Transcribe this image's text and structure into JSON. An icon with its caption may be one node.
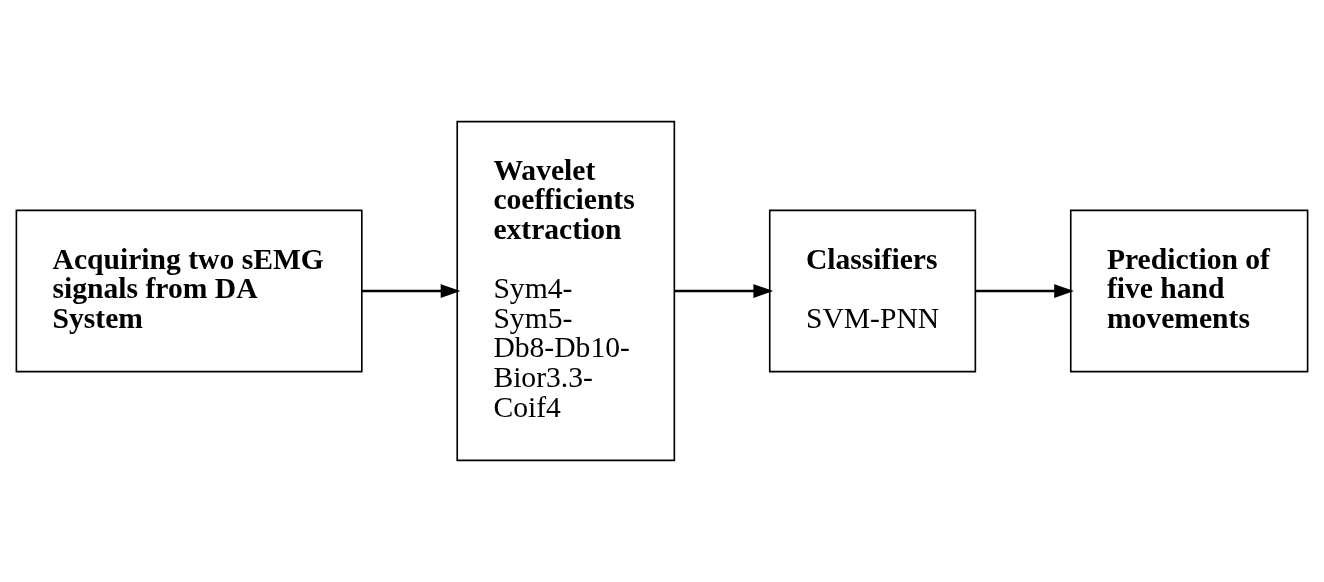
{
  "diagram": {
    "nodes": [
      {
        "text": [
          "Acquiring two sEMG signals from DA System"
        ]
      },
      {
        "text": [
          "Wavelet coefficients extraction",
          "Sym4- Sym5- Db8-Db10- Bior3.3- Coif4"
        ]
      },
      {
        "text": [
          "Classifiers",
          "SVM-PNN"
        ]
      },
      {
        "text": [
          "Prediction of five hand movements"
        ]
      }
    ],
    "edges": [
      {
        "from": 0,
        "to": 1,
        "arrow": "to"
      },
      {
        "from": 1,
        "to": 2,
        "arrow": "to"
      },
      {
        "from": 2,
        "to": 3,
        "arrow": "to"
      }
    ]
  }
}
